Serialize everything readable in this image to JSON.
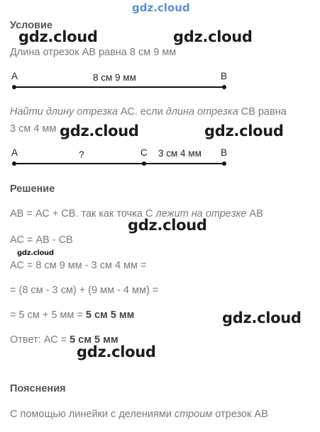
{
  "watermark": {
    "top": "gdz.cloud",
    "main": "gdz.cloud",
    "small": "gdz.cloud"
  },
  "condition": {
    "heading": "Условие",
    "line1": "Длина отрезок АВ равна 8 см 9 мм",
    "line2_italic_a": "Найти длину отрезка",
    "line2_normal": " АС. если ",
    "line2_italic_b": "длина отрезка",
    "line2_tail": " СВ равна",
    "line3": "3 см 4 мм"
  },
  "diagram1": {
    "left_label": "A",
    "right_label": "B",
    "middle_label": "8 см 9 мм"
  },
  "diagram2": {
    "left_label": "A",
    "unknown_label": "?",
    "mid_label": "C",
    "cb_label": "3 см 4 мм",
    "right_label": "B"
  },
  "solution": {
    "heading": "Решение",
    "l1_a": "АВ = АС + СВ. так как точка С ",
    "l1_italic": "лежит на отрезке",
    "l1_b": " АВ",
    "l2": "АС = АВ - СВ",
    "l3": "АС = 8 см 9 мм - 3 см 4 мм =",
    "l4": "= (8 см - 3 см) + (9 мм - 4 мм) =",
    "l5_a": "= 5 см + 5 мм = ",
    "l5_bold": "5 см 5 мм",
    "answer_a": "Ответ: АС = ",
    "answer_bold": "5 см 5 мм"
  },
  "explanation": {
    "heading": "Пояснения",
    "line_a": "С помощью линейки с делениями ",
    "line_italic": "строим",
    "line_b": " отрезок АВ"
  }
}
